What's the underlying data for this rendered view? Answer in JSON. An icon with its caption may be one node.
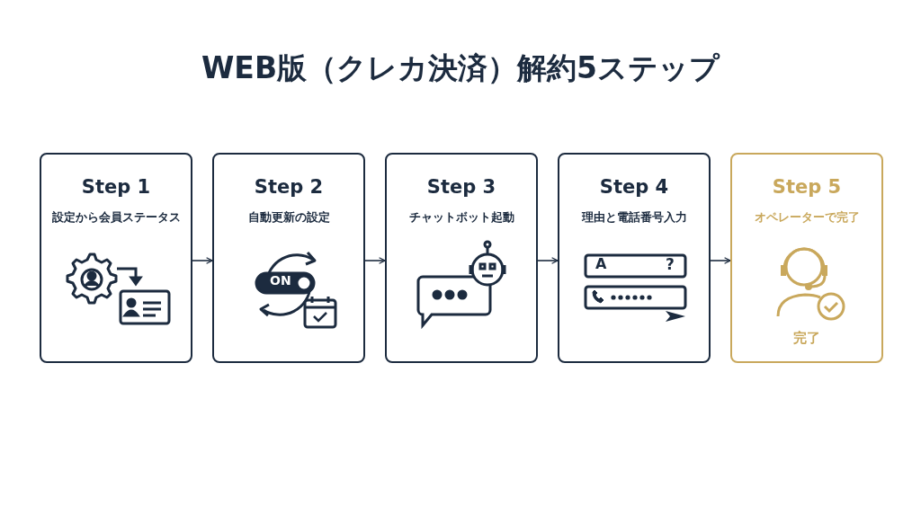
{
  "diagram": {
    "title": "WEB版（クレカ決済）解約5ステップ",
    "nodes": [
      {
        "text": [
          "Step 1",
          "設定から会員ステータス"
        ]
      },
      {
        "text": [
          "Step 2",
          "自動更新の設定"
        ]
      },
      {
        "text": [
          "Step 3",
          "チャットボット起動"
        ]
      },
      {
        "text": [
          "Step 4",
          "理由と電話番号入力"
        ]
      },
      {
        "text": [
          "Step 5",
          "オペレーターで完了",
          "完了"
        ]
      }
    ],
    "edges": [
      {
        "from": 0,
        "to": 1,
        "arrow": "to"
      },
      {
        "from": 1,
        "to": 2,
        "arrow": "to"
      },
      {
        "from": 2,
        "to": 3,
        "arrow": "to"
      },
      {
        "from": 3,
        "to": 4,
        "arrow": "to",
        "color": "#1c2b3f"
      }
    ],
    "labels": [
      "ON",
      "A",
      "?"
    ]
  }
}
